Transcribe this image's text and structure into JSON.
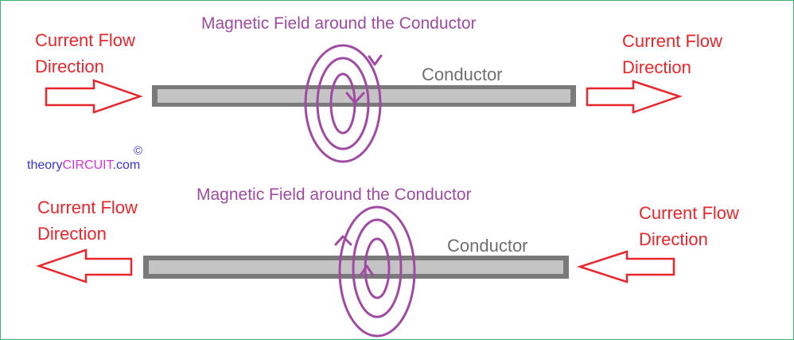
{
  "colors": {
    "current_label": "#e8262b",
    "arrow_stroke": "#e8262b",
    "field": "#a04aa4",
    "conductor_outer": "#7a7a7a",
    "conductor_inner": "#c4c4c4",
    "conductor_label": "#6f6f6f",
    "watermark_base": "#3535d8",
    "watermark_accent": "#d833d8",
    "frame": "#3cb371"
  },
  "top": {
    "left_label": [
      "Current Flow",
      "Direction"
    ],
    "right_label": [
      "Current Flow",
      "Direction"
    ],
    "field_label": "Magnetic Field around the Conductor",
    "conductor_label": "Conductor",
    "arrow_direction": "right"
  },
  "bottom": {
    "left_label": [
      "Current Flow",
      "Direction"
    ],
    "right_label": [
      "Current Flow",
      "Direction"
    ],
    "field_label": "Magnetic Field around the Conductor",
    "conductor_label": "Conductor",
    "arrow_direction": "left"
  },
  "watermark": {
    "prefix": "theory",
    "accent": "CIRCUIT",
    "suffix": ".com",
    "copyright": "©"
  },
  "icons": {
    "current_arrow": "hollow-block-arrow-icon",
    "field_direction": "chevron-arrowhead-icon"
  }
}
